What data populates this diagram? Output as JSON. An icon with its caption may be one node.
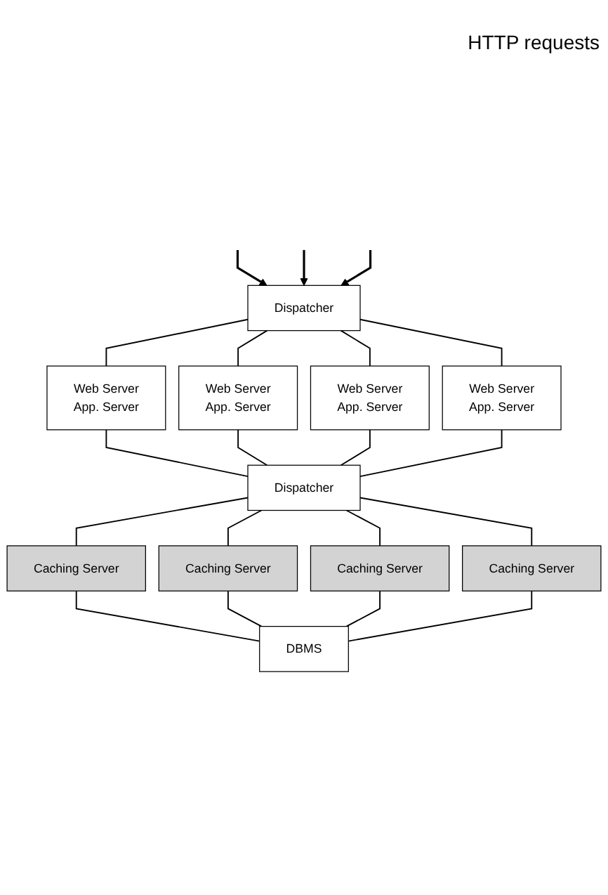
{
  "diagram": {
    "nodes": [
      {
        "text": [
          "Dispatcher"
        ]
      },
      {
        "text": [
          "Web Server",
          "App. Server"
        ]
      },
      {
        "text": [
          "Web Server",
          "App. Server"
        ]
      },
      {
        "text": [
          "Web Server",
          "App. Server"
        ]
      },
      {
        "text": [
          "Web Server",
          "App. Server"
        ]
      },
      {
        "text": [
          "Dispatcher"
        ]
      },
      {
        "text": [
          "Caching Server"
        ]
      },
      {
        "text": [
          "Caching Server"
        ]
      },
      {
        "text": [
          "Caching Server"
        ]
      },
      {
        "text": [
          "Caching Server"
        ]
      },
      {
        "text": [
          "DBMS"
        ]
      }
    ],
    "edges": [
      {
        "from": null,
        "to": 0,
        "arrow": "to"
      },
      {
        "from": null,
        "to": 0,
        "arrow": "to"
      },
      {
        "from": null,
        "to": 0,
        "arrow": "to"
      },
      {
        "from": 0,
        "to": 1,
        "arrow": "none"
      },
      {
        "from": 0,
        "to": 2,
        "arrow": "none"
      },
      {
        "from": 0,
        "to": 3,
        "arrow": "none"
      },
      {
        "from": 0,
        "to": 4,
        "arrow": "none"
      },
      {
        "from": 1,
        "to": 5,
        "arrow": "none"
      },
      {
        "from": 2,
        "to": 5,
        "arrow": "none"
      },
      {
        "from": 3,
        "to": 5,
        "arrow": "none"
      },
      {
        "from": 4,
        "to": 5,
        "arrow": "none"
      },
      {
        "from": 5,
        "to": 6,
        "arrow": "none"
      },
      {
        "from": 5,
        "to": 7,
        "arrow": "none"
      },
      {
        "from": 5,
        "to": 8,
        "arrow": "none"
      },
      {
        "from": 5,
        "to": 9,
        "arrow": "none"
      },
      {
        "from": 6,
        "to": 10,
        "arrow": "none"
      },
      {
        "from": 7,
        "to": 10,
        "arrow": "none"
      },
      {
        "from": 8,
        "to": 10,
        "arrow": "none"
      },
      {
        "from": 9,
        "to": 10,
        "arrow": "none"
      }
    ],
    "labels": [
      "HTTP requests"
    ]
  }
}
